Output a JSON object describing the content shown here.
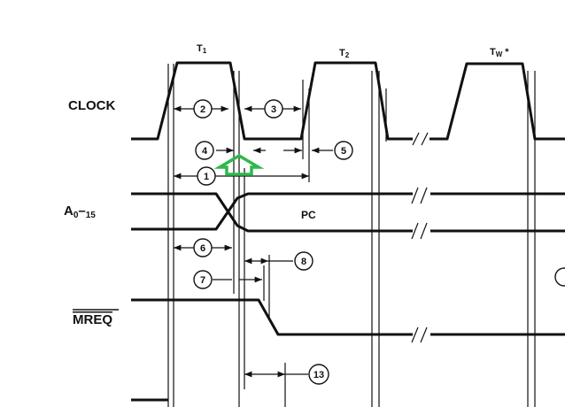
{
  "signals": {
    "clock": "CLOCK",
    "address_main": "A",
    "address_sub0": "0",
    "address_dash": "–",
    "address_sub15": "15",
    "mreq": "MREQ"
  },
  "phases": {
    "t1": "T",
    "t1_sub": "1",
    "t2": "T",
    "t2_sub": "2",
    "tw": "T",
    "tw_sub": "W",
    "tw_star": "*"
  },
  "bus_label": "PC",
  "parameters": [
    "1",
    "2",
    "3",
    "4",
    "5",
    "6",
    "7",
    "8",
    "13"
  ],
  "colors": {
    "ink": "#111111",
    "highlight": "#2db84b"
  },
  "highlight_icon": "up-arrow-icon"
}
